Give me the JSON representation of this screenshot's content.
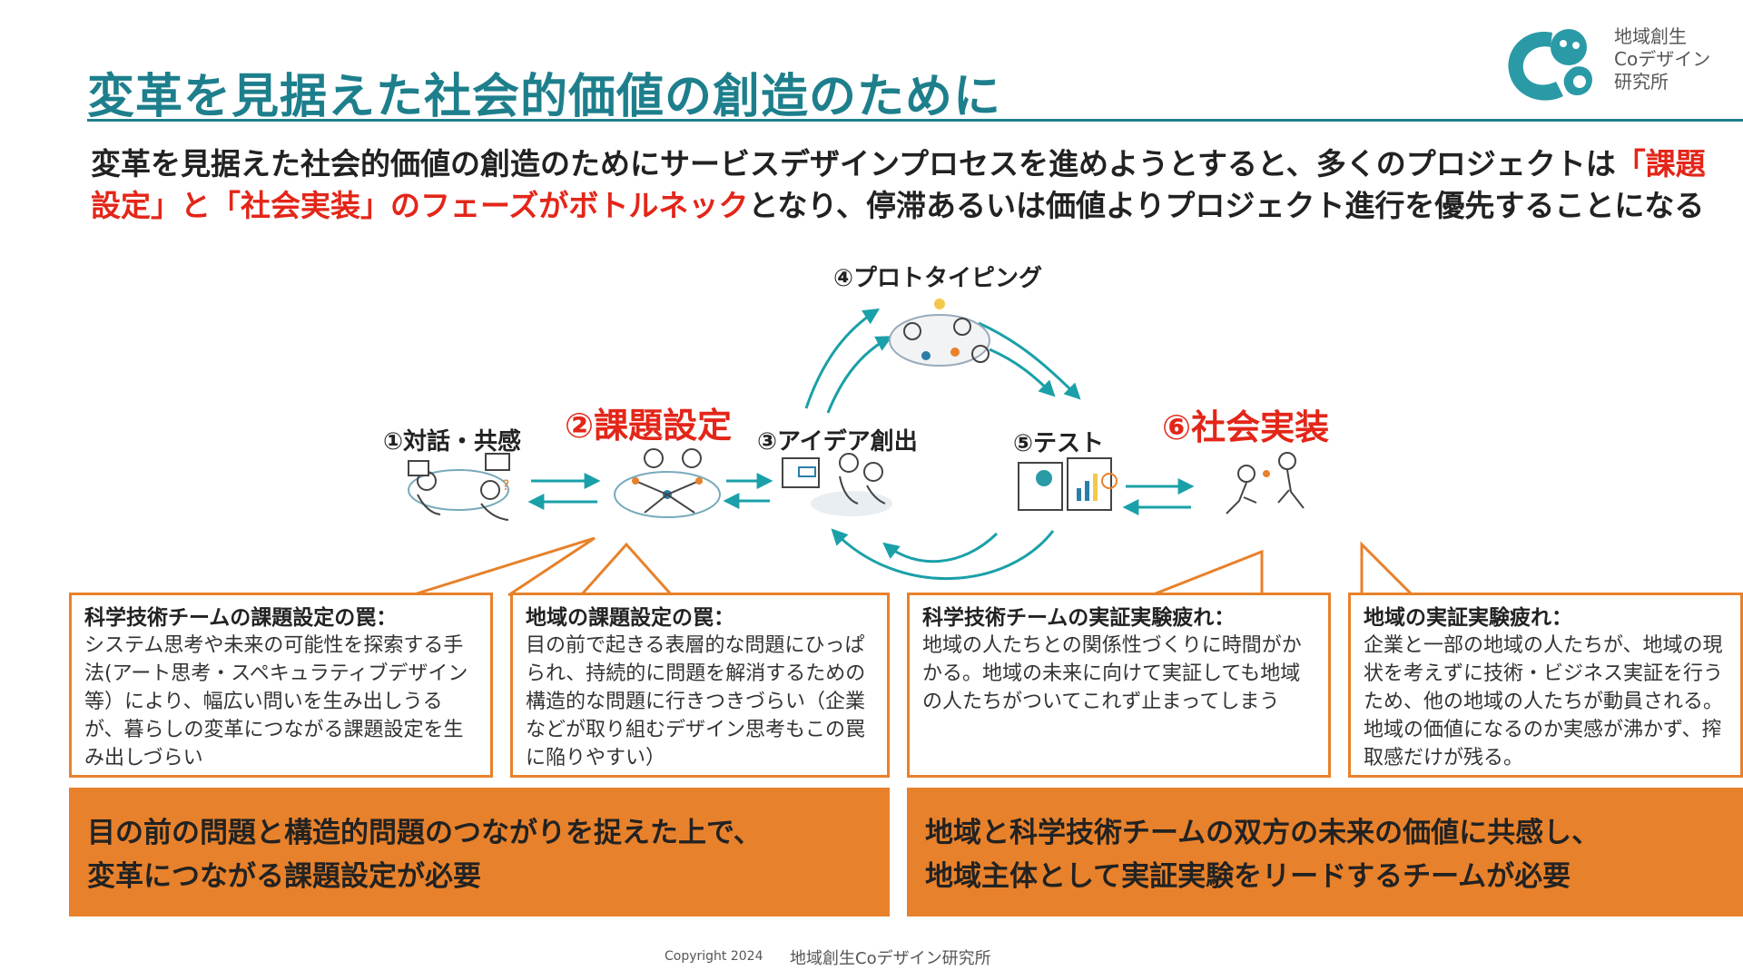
{
  "title": "変革を見据えた社会的価値の創造のために",
  "logo": {
    "line1": "地域創生",
    "line2": "Coデザイン",
    "line3": "研究所"
  },
  "intro": {
    "part1": "変革を見据えた社会的価値の創造のためにサービスデザインプロセスを進めようとすると、多くのプロジェクトは",
    "highlight": "「課題設定」と「社会実装」のフェーズがボトルネック",
    "part2": "となり、停滞あるいは価値よりプロジェクト進行を優先することになる"
  },
  "steps": {
    "s1": "①対話・共感",
    "s2": "②課題設定",
    "s3": "③アイデア創出",
    "s4": "④プロトタイピング",
    "s5": "⑤テスト",
    "s6": "⑥社会実装"
  },
  "boxes": [
    {
      "heading": "科学技術チームの課題設定の罠：",
      "body": "システム思考や未来の可能性を探索する手法(アート思考・スペキュラティブデザイン等）により、幅広い問いを生み出しうるが、暮らしの変革につながる課題設定を生み出しづらい"
    },
    {
      "heading": "地域の課題設定の罠：",
      "body": "目の前で起きる表層的な問題にひっぱられ、持続的に問題を解消するための構造的な問題に行きつきづらい（企業などが取り組むデザイン思考もこの罠に陥りやすい）"
    },
    {
      "heading": "科学技術チームの実証実験疲れ：",
      "body": "地域の人たちとの関係性づくりに時間がかかる。地域の未来に向けて実証しても地域の人たちがついてこれず止まってしまう"
    },
    {
      "heading": "地域の実証実験疲れ：",
      "body": "企業と一部の地域の人たちが、地域の現状を考えずに技術・ビジネス実証を行うため、他の地域の人たちが動員される。地域の価値になるのか実感が沸かず、搾取感だけが残る。"
    }
  ],
  "banners": [
    {
      "line1": "目の前の問題と構造的問題のつながりを捉えた上で、",
      "line2": "変革につながる課題設定が必要"
    },
    {
      "line1": "地域と科学技術チームの双方の未来の価値に共感し、",
      "line2": "地域主体として実証実験をリードするチームが必要"
    }
  ],
  "footer": {
    "copyright": "Copyright 2024",
    "org": "地域創生Coデザイン研究所"
  },
  "colors": {
    "accent": "#1e7f8c",
    "red": "#e32619",
    "orange": "#e8812b",
    "arrow": "#1aa0a8"
  },
  "icons": [
    "dialogue-illustration-icon",
    "issue-setting-illustration-icon",
    "idea-illustration-icon",
    "prototyping-illustration-icon",
    "test-illustration-icon",
    "implementation-illustration-icon"
  ]
}
